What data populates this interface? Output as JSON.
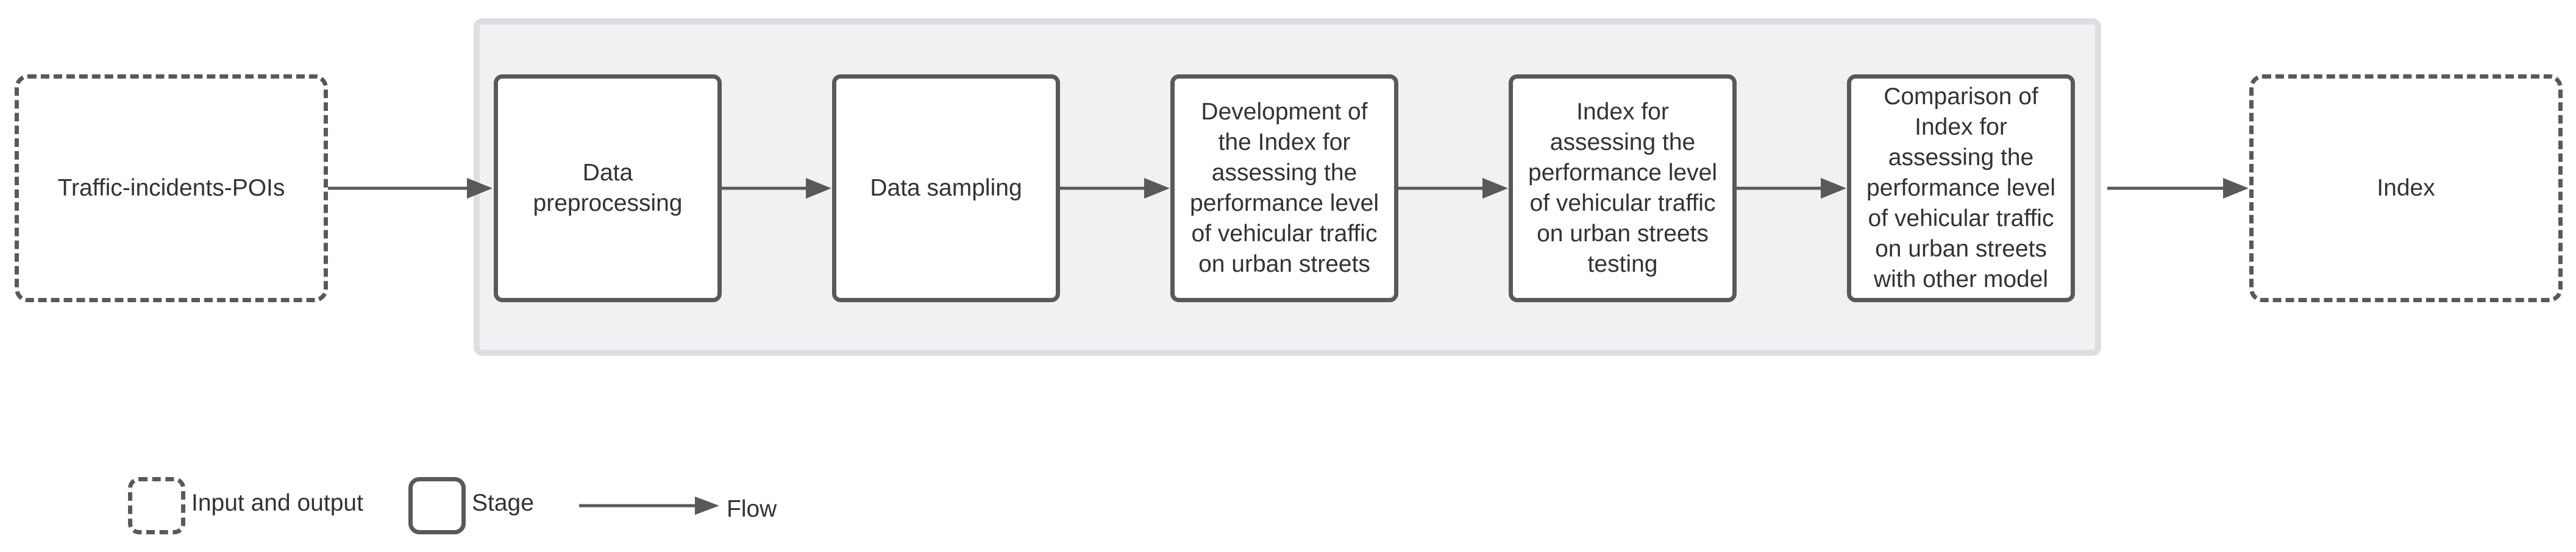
{
  "diagram": {
    "input": "Traffic-incidents-POIs",
    "stages": [
      "Data preprocessing",
      "Data sampling",
      "Development of the Index for assessing the performance level of vehicular traffic on urban streets",
      "Index for assessing the performance level of vehicular traffic on urban streets testing",
      "Comparison of Index for assessing the performance level of vehicular traffic on urban streets with other model"
    ],
    "output": "Index"
  },
  "legend": {
    "input_output": "Input and output",
    "stage": "Stage",
    "flow": "Flow"
  },
  "colors": {
    "stroke": "#595959",
    "group_fill": "#f0f1f3",
    "group_border": "#dcdee2",
    "text": "#333333"
  }
}
